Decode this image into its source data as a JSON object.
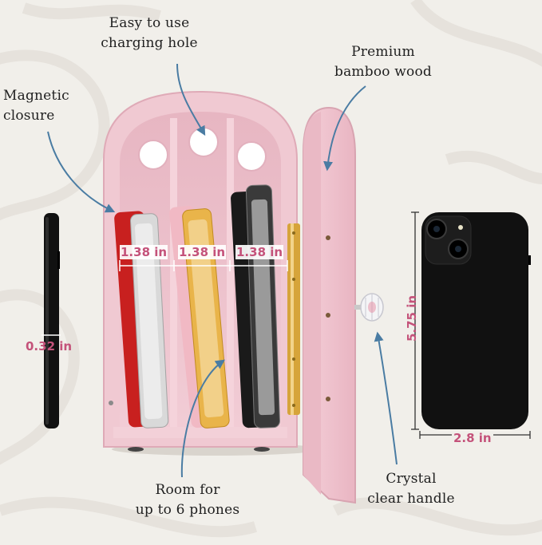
{
  "callouts": {
    "charging": [
      "Easy to use",
      "charging hole"
    ],
    "bamboo": [
      "Premium",
      "bamboo wood"
    ],
    "magnetic": [
      "Magnetic",
      "closure"
    ],
    "room": [
      "Room for",
      "up to 6 phones"
    ],
    "crystal": [
      "Crystal",
      "clear handle"
    ]
  },
  "dimensions": {
    "slot_1": "1.38 in",
    "slot_2": "1.38 in",
    "slot_3": "1.38 in",
    "phone_thickness": "0.32 in",
    "phone_height": "5.75 in",
    "phone_width": "2.8 in"
  },
  "colors": {
    "background": "#f1efea",
    "box_pink": "#f0c9d2",
    "box_pink_dark": "#e3aebb",
    "arrow_blue": "#4a7ca3",
    "dimension_pink": "#c4527a",
    "hinge_gold": "#d6a43a",
    "phone_black": "#111111"
  }
}
